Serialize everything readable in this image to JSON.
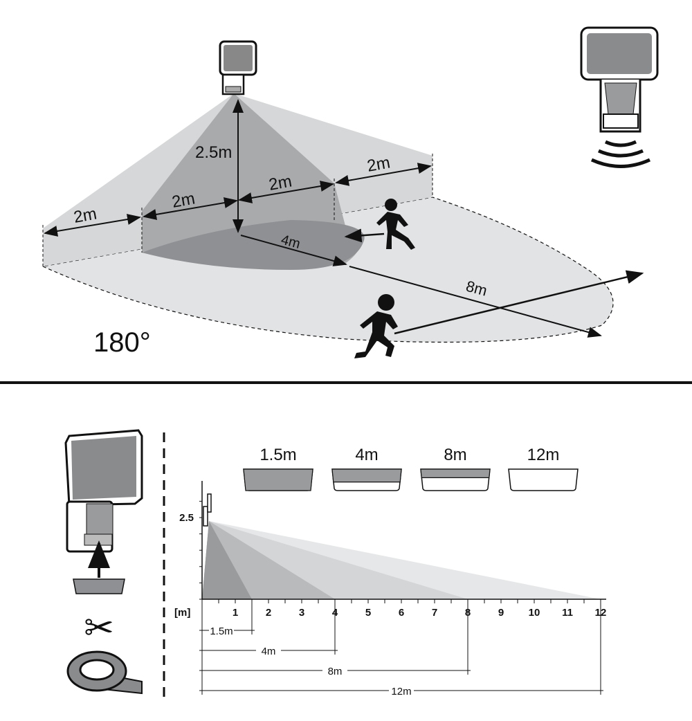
{
  "top": {
    "labels": {
      "left_2m": "2m",
      "mid_left_2m": "2m",
      "mid_right_2m": "2m",
      "right_2m": "2m",
      "height": "2.5m",
      "radius_4m": "4m",
      "radius_8m": "8m",
      "angle": "180°"
    }
  },
  "bottom": {
    "caps": [
      "1.5m",
      "4m",
      "8m",
      "12m"
    ],
    "y_label": "2.5",
    "unit_label": "[m]",
    "ticks": [
      "1",
      "2",
      "3",
      "4",
      "5",
      "6",
      "7",
      "8",
      "9",
      "10",
      "11",
      "12"
    ],
    "dims": [
      "1.5m",
      "4m",
      "8m",
      "12m"
    ]
  },
  "colors": {
    "dark": "#8f9093",
    "mid": "#b3b4b6",
    "light": "#d4d5d6",
    "lighter": "#e6e7e8",
    "line": "#111111"
  }
}
